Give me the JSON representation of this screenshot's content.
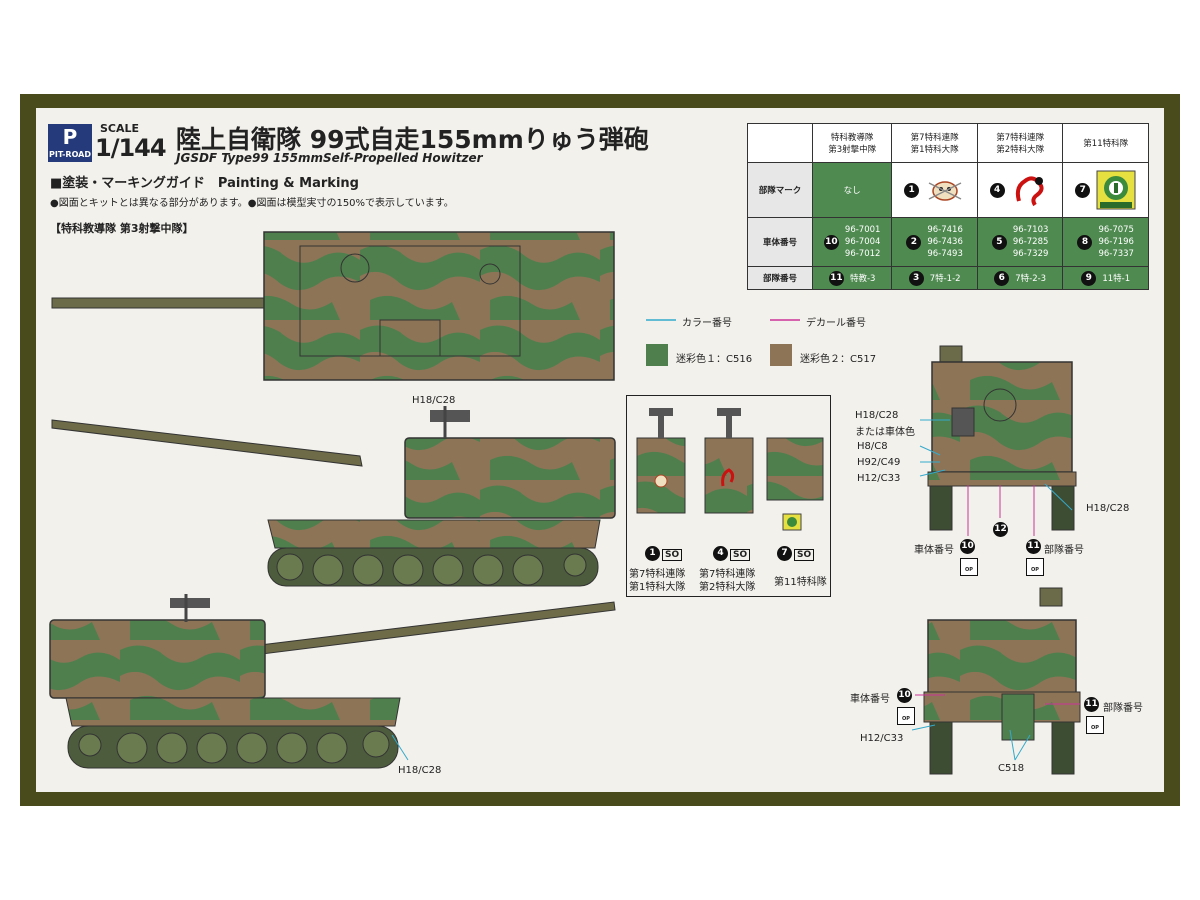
{
  "header": {
    "logo_text": "PIT-ROAD",
    "scale_label": "SCALE",
    "scale_value": "1/144",
    "title_jp": "陸上自衛隊 99式自走155mmりゅう弾砲",
    "title_en": "JGSDF Type99 155mmSelf-Propelled Howitzer",
    "guide": "■塗装・マーキングガイド　Painting & Marking",
    "notes": "●図面とキットとは異なる部分があります。●図面は模型実寸の150%で表示しています。",
    "unit_heading": "【特科教導隊 第3射撃中隊】"
  },
  "marking_table": {
    "headers": [
      "特科教導隊\n第3射撃中隊",
      "第7特科連隊\n第1特科大隊",
      "第7特科連隊\n第2特科大隊",
      "第11特科隊"
    ],
    "row_labels": [
      "部隊マーク",
      "車体番号",
      "部隊番号"
    ],
    "insignia": [
      {
        "num": "",
        "text": "なし"
      },
      {
        "num": "1",
        "text": ""
      },
      {
        "num": "4",
        "text": ""
      },
      {
        "num": "7",
        "text": ""
      }
    ],
    "vehicle_numbers": [
      {
        "num": "10",
        "lines": [
          "96-7001",
          "96-7004",
          "96-7012"
        ]
      },
      {
        "num": "2",
        "lines": [
          "96-7416",
          "96-7436",
          "96-7493"
        ]
      },
      {
        "num": "5",
        "lines": [
          "96-7103",
          "96-7285",
          "96-7329"
        ]
      },
      {
        "num": "8",
        "lines": [
          "96-7075",
          "96-7196",
          "96-7337"
        ]
      }
    ],
    "unit_numbers": [
      {
        "num": "11",
        "text": "特教-3"
      },
      {
        "num": "3",
        "text": "7特-1-2"
      },
      {
        "num": "6",
        "text": "7特-2-3"
      },
      {
        "num": "9",
        "text": "11特-1"
      }
    ]
  },
  "legend": {
    "color_no": "カラー番号",
    "decal_no": "デカール番号",
    "camo1": "迷彩色１：C516",
    "camo2": "迷彩色２：C517",
    "camo1_color": "#4f7f4d",
    "camo2_color": "#8d7457"
  },
  "callouts": {
    "side_top": "H18/C28",
    "side_bottom": "H18/C28",
    "front_a": "H18/C28",
    "front_a2": "または車体色",
    "front_b": "H8/C8",
    "front_c": "H92/C49",
    "front_d": "H12/C33",
    "front_e": "H18/C28",
    "front_vehicle": "車体番号",
    "front_unit": "部隊番号",
    "rear_vehicle": "車体番号",
    "rear_unit": "部隊番号",
    "rear_h12": "H12/C33",
    "rear_c518": "C518",
    "n10": "10",
    "n11": "11",
    "n12": "12",
    "op": "OP"
  },
  "inset": {
    "items": [
      {
        "num": "1",
        "so": "SO",
        "caption": [
          "第7特科連隊",
          "第1特科大隊"
        ]
      },
      {
        "num": "4",
        "so": "SO",
        "caption": [
          "第7特科連隊",
          "第2特科大隊"
        ]
      },
      {
        "num": "7",
        "so": "SO",
        "caption": [
          "第11特科隊"
        ]
      }
    ]
  }
}
